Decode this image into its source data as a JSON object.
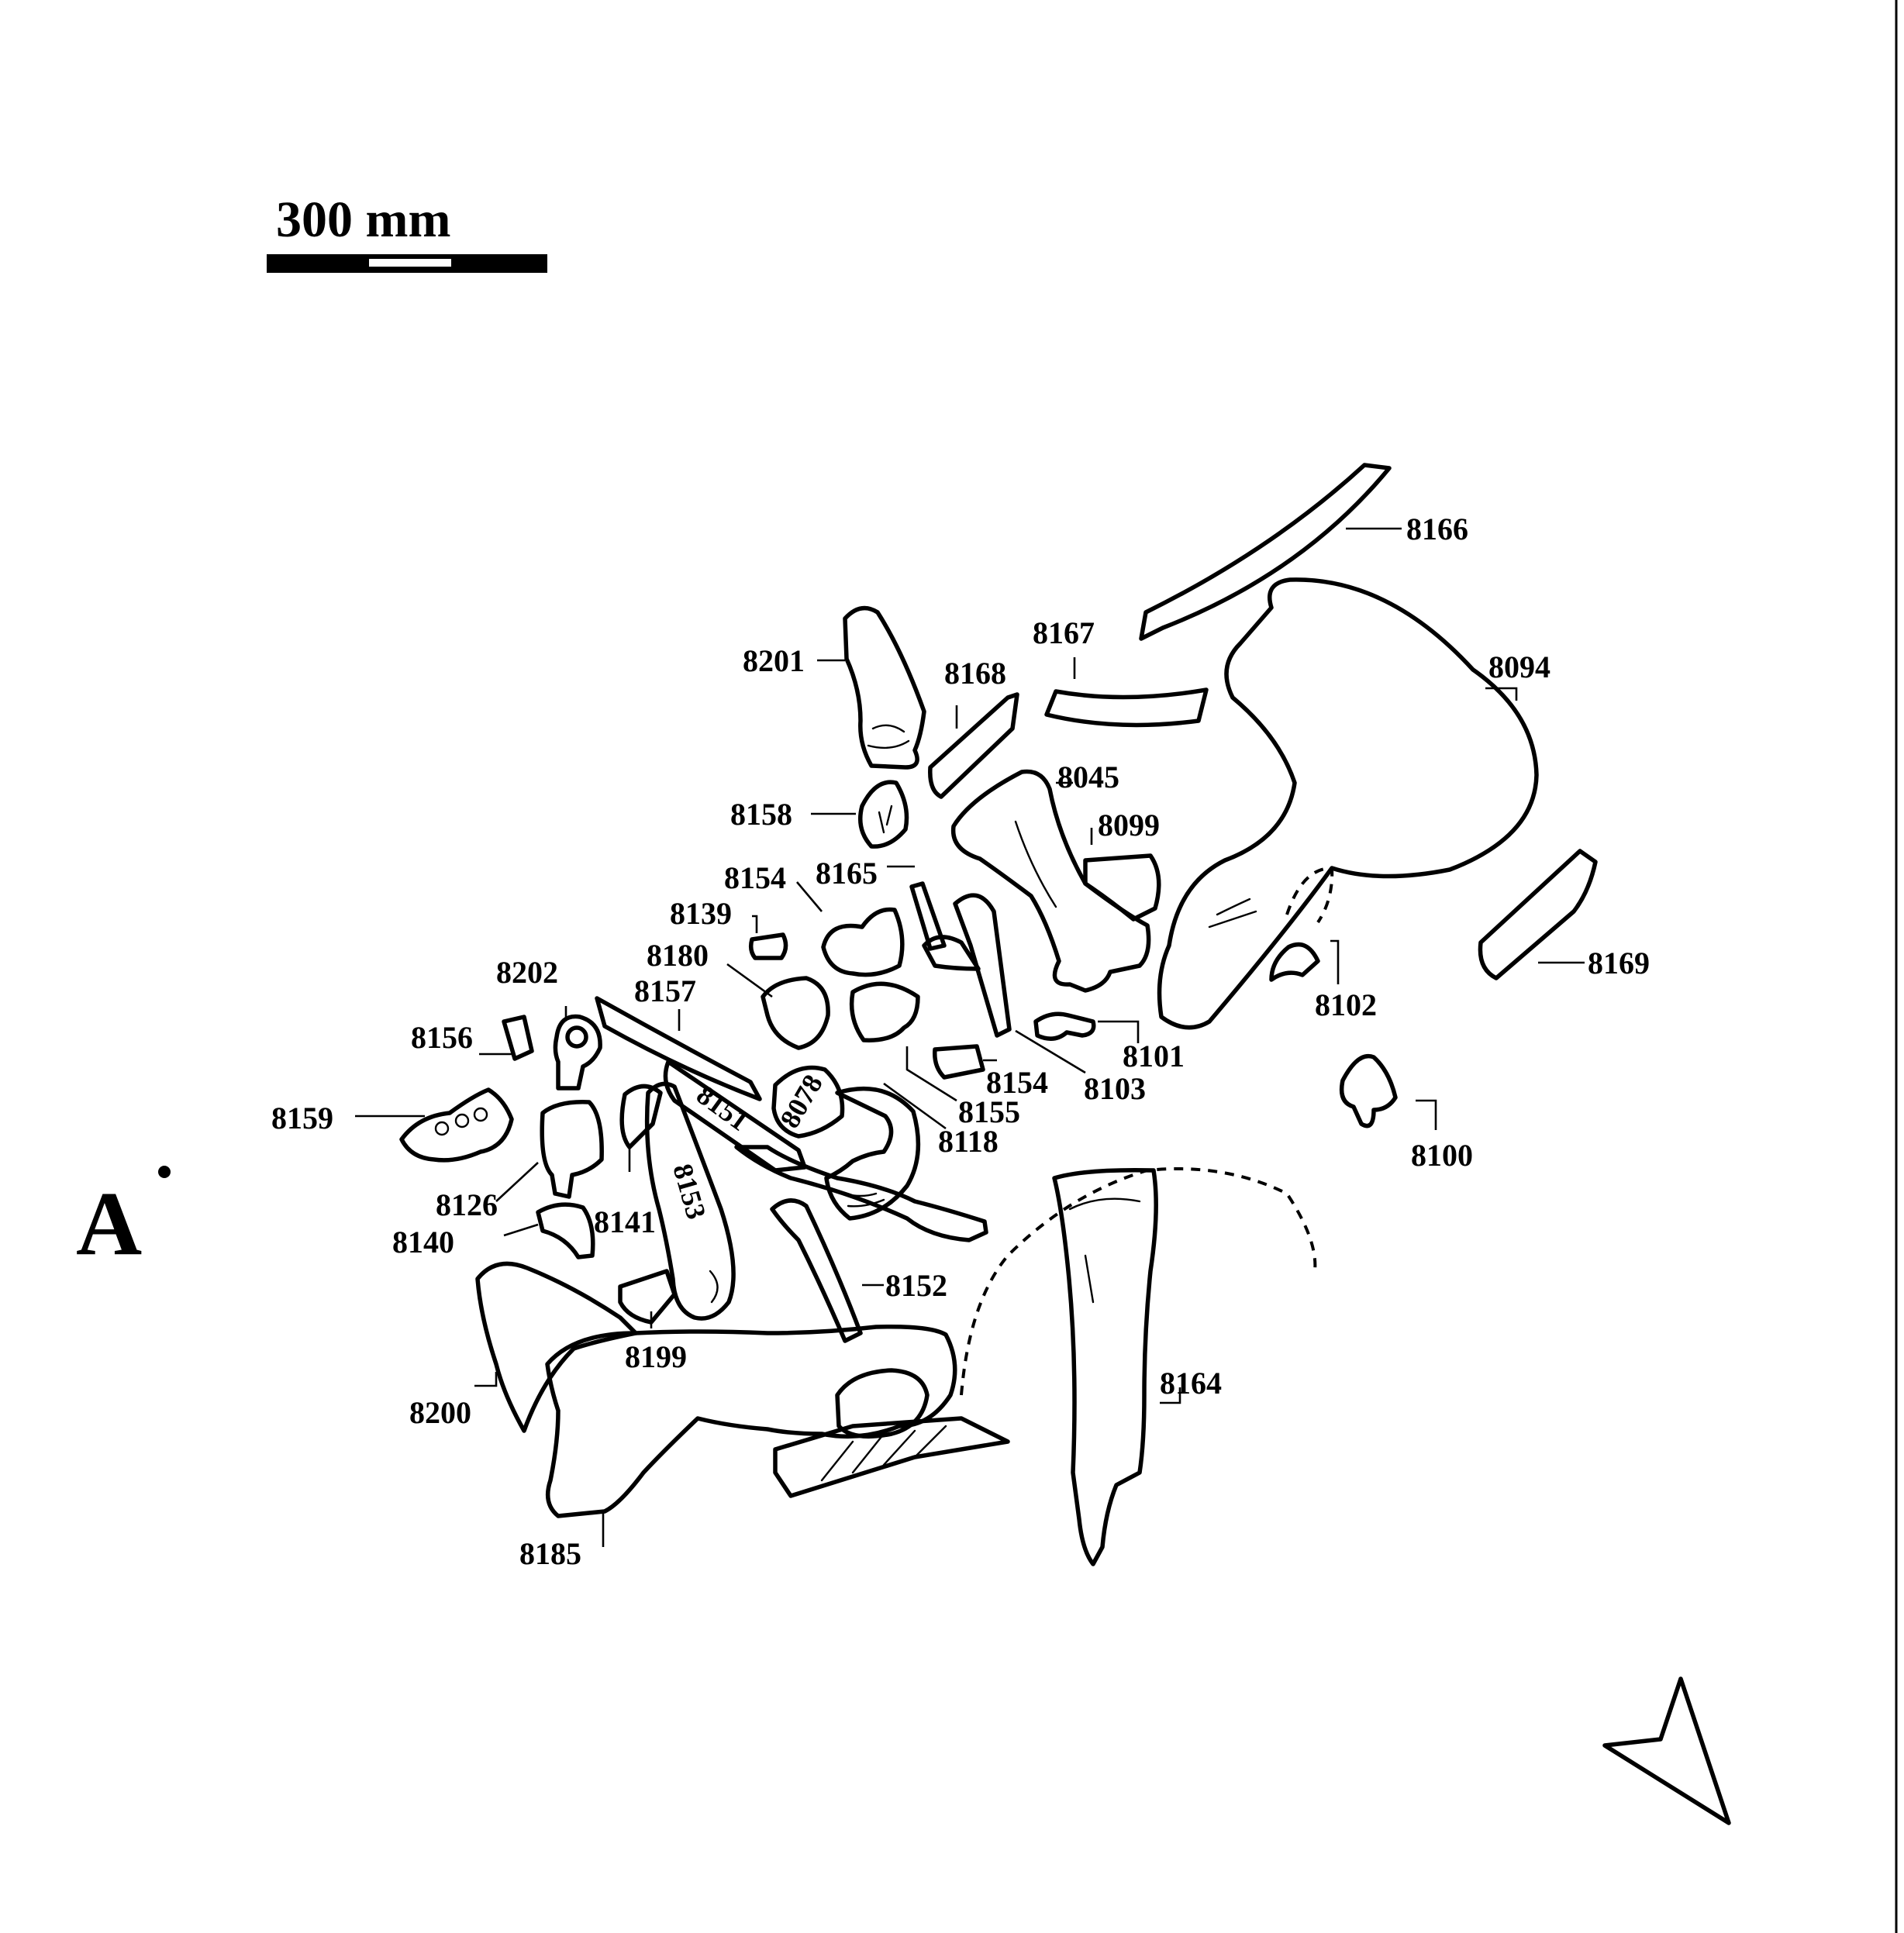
{
  "scale_bar": {
    "label": "300 mm"
  },
  "section_marker": "A",
  "specimens": [
    "8166",
    "8167",
    "8094",
    "8201",
    "8168",
    "8045",
    "8099",
    "8158",
    "8165",
    "8154",
    "8139",
    "8180",
    "8202",
    "8157",
    "8156",
    "8159",
    "8151",
    "8078",
    "8153",
    "8126",
    "8141",
    "8140",
    "8152",
    "8199",
    "8200",
    "8185",
    "8164",
    "8102",
    "8169",
    "8101",
    "8103",
    "8154",
    "8155",
    "8118",
    "8100"
  ]
}
